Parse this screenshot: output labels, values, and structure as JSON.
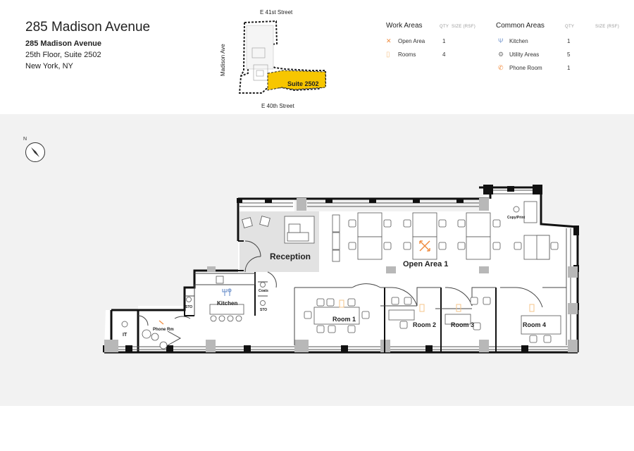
{
  "building": {
    "name": "285 Madison Avenue",
    "address_line1": "285 Madison Avenue",
    "address_line2": "25th Floor, Suite 2502",
    "address_line3": "New York, NY"
  },
  "keymap": {
    "street_top": "E 41st Street",
    "street_bottom": "E 40th Street",
    "avenue": "Madison Ave",
    "suite_label": "Suite 2502"
  },
  "legend": {
    "work_areas": {
      "heading": "Work Areas",
      "qty_header": "QTY",
      "size_header": "SIZE (RSF)",
      "items": [
        {
          "icon": "open-area-icon",
          "label": "Open Area",
          "qty": "1"
        },
        {
          "icon": "rooms-icon",
          "label": "Rooms",
          "qty": "4"
        }
      ]
    },
    "common_areas": {
      "heading": "Common Areas",
      "qty_header": "QTY",
      "size_header": "SIZE (RSF)",
      "items": [
        {
          "icon": "kitchen-icon",
          "label": "Kitchen",
          "qty": "1"
        },
        {
          "icon": "utility-icon",
          "label": "Utility Areas",
          "qty": "5"
        },
        {
          "icon": "phone-icon",
          "label": "Phone Room",
          "qty": "1"
        }
      ]
    }
  },
  "compass": {
    "north": "N"
  },
  "floorplan": {
    "reception": "Reception",
    "open_area": "Open Area 1",
    "kitchen": "Kitchen",
    "room1": "Room 1",
    "room2": "Room 2",
    "room3": "Room 3",
    "room4": "Room 4",
    "it": "IT",
    "phone_rm": "Phone Rm",
    "sto1": "STO",
    "sto2": "STO",
    "coats": "Coats",
    "copy_print": "Copy/Print"
  },
  "colors": {
    "accent_orange": "#f08a3c",
    "suite_yellow": "#f7c600",
    "reception_fill": "#e2e2e2",
    "background": "#f2f2f2"
  }
}
